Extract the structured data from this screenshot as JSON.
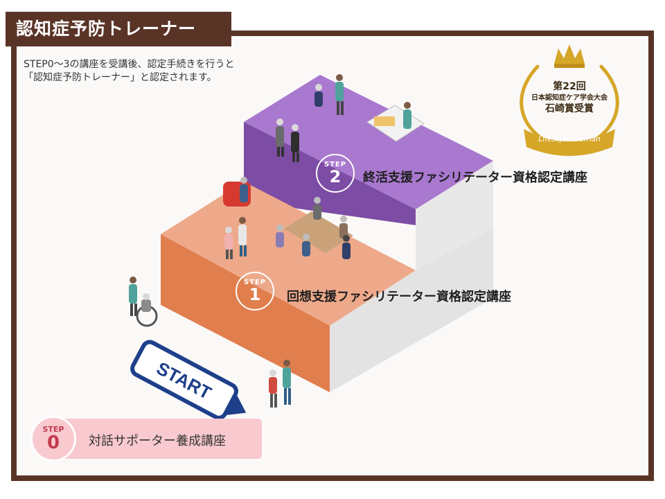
{
  "header": {
    "title": "認知症予防トレーナー"
  },
  "intro": {
    "line1": "STEP0～3の講座を受講後、認定手続きを行うと",
    "line2": "「認知症予防トレーナー」と認定されます。"
  },
  "steps": [
    {
      "word": "STEP",
      "number": "0",
      "label": "対話サポーター養成講座"
    },
    {
      "word": "STEP",
      "number": "1",
      "label": "回想支援ファシリテーター資格認定講座"
    },
    {
      "word": "STEP",
      "number": "2",
      "label": "終活支援ファシリテーター資格認定講座"
    }
  ],
  "start": {
    "label": "START"
  },
  "award": {
    "line1": "第22回",
    "line2": "日本認知症ケア学会大会",
    "line3": "石崎賞受賞",
    "ribbon": "Lifestyle·woman"
  },
  "colors": {
    "frame": "#5a3327",
    "step0": "#f8c9cf",
    "step1_top": "#eea98a",
    "step1_front": "#e07e4e",
    "step2_top": "#a978cf",
    "step2_front": "#7d4ca4",
    "start_blue": "#1e3f8a",
    "gold": "#d6a628"
  },
  "icons": [
    "crown-icon",
    "laurel-icon",
    "people-illustration",
    "start-arrow-icon"
  ]
}
